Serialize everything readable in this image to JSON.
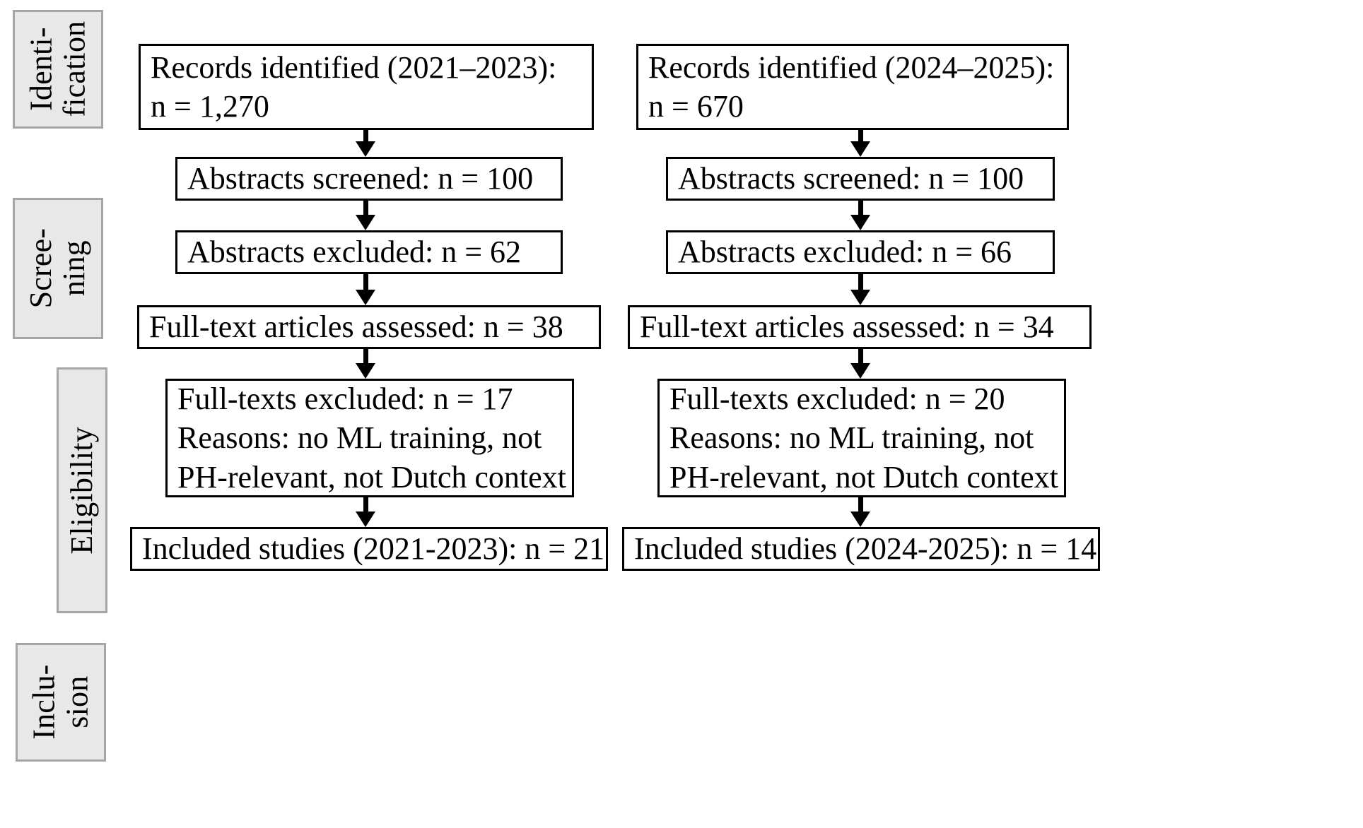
{
  "diagram": {
    "title": "PRISMA flow diagram",
    "colors": {
      "phase_fill": "#e8e8e8",
      "phase_border": "#a6a6a6",
      "box_border": "#000000",
      "box_fill": "#ffffff",
      "arrow": "#000000",
      "background": "#ffffff"
    }
  },
  "phases": [
    {
      "id": "identification",
      "label": "Identi-\nfication"
    },
    {
      "id": "screening",
      "label": "Scree-\nning"
    },
    {
      "id": "eligibility",
      "label": "Eligibility"
    },
    {
      "id": "inclusion",
      "label": "Inclu-\nsion"
    }
  ],
  "columns": [
    {
      "id": "left",
      "period": "2021–2023",
      "boxes": [
        {
          "id": "records-identified",
          "lines": [
            "Records identified (2021–2023):",
            "n = 1,270"
          ]
        },
        {
          "id": "abstracts-screened",
          "lines": [
            "Abstracts screened: n = 100"
          ]
        },
        {
          "id": "abstracts-excluded",
          "lines": [
            "Abstracts excluded: n = 62"
          ]
        },
        {
          "id": "fulltext-assessed",
          "lines": [
            "Full-text articles assessed: n = 38"
          ]
        },
        {
          "id": "fulltexts-excluded",
          "lines": [
            "Full-texts excluded: n = 17",
            "Reasons: no ML training, not",
            "PH-relevant, not Dutch context"
          ]
        },
        {
          "id": "included-studies",
          "lines": [
            "Included studies (2021-2023): n = 21"
          ]
        }
      ]
    },
    {
      "id": "right",
      "period": "2024–2025",
      "boxes": [
        {
          "id": "records-identified",
          "lines": [
            "Records identified (2024–2025):",
            "n = 670"
          ]
        },
        {
          "id": "abstracts-screened",
          "lines": [
            "Abstracts screened: n = 100"
          ]
        },
        {
          "id": "abstracts-excluded",
          "lines": [
            "Abstracts excluded: n = 66"
          ]
        },
        {
          "id": "fulltext-assessed",
          "lines": [
            "Full-text articles assessed: n = 34"
          ]
        },
        {
          "id": "fulltexts-excluded",
          "lines": [
            "Full-texts excluded: n = 20",
            "Reasons: no ML training, not",
            "PH-relevant, not Dutch context"
          ]
        },
        {
          "id": "included-studies",
          "lines": [
            "Included studies (2024-2025): n = 14"
          ]
        }
      ]
    }
  ],
  "chart_data": {
    "type": "diagram",
    "title": "PRISMA study selection flow",
    "stages": [
      "Identification",
      "Screening",
      "Eligibility",
      "Inclusion"
    ],
    "series": [
      {
        "name": "2021-2023",
        "records_identified": 1270,
        "abstracts_screened": 100,
        "abstracts_excluded": 62,
        "fulltext_assessed": 38,
        "fulltexts_excluded": 17,
        "included_studies": 21
      },
      {
        "name": "2024-2025",
        "records_identified": 670,
        "abstracts_screened": 100,
        "abstracts_excluded": 66,
        "fulltext_assessed": 34,
        "fulltexts_excluded": 20,
        "included_studies": 14
      }
    ],
    "exclusion_reasons": [
      "no ML training",
      "not PH-relevant",
      "not Dutch context"
    ]
  }
}
